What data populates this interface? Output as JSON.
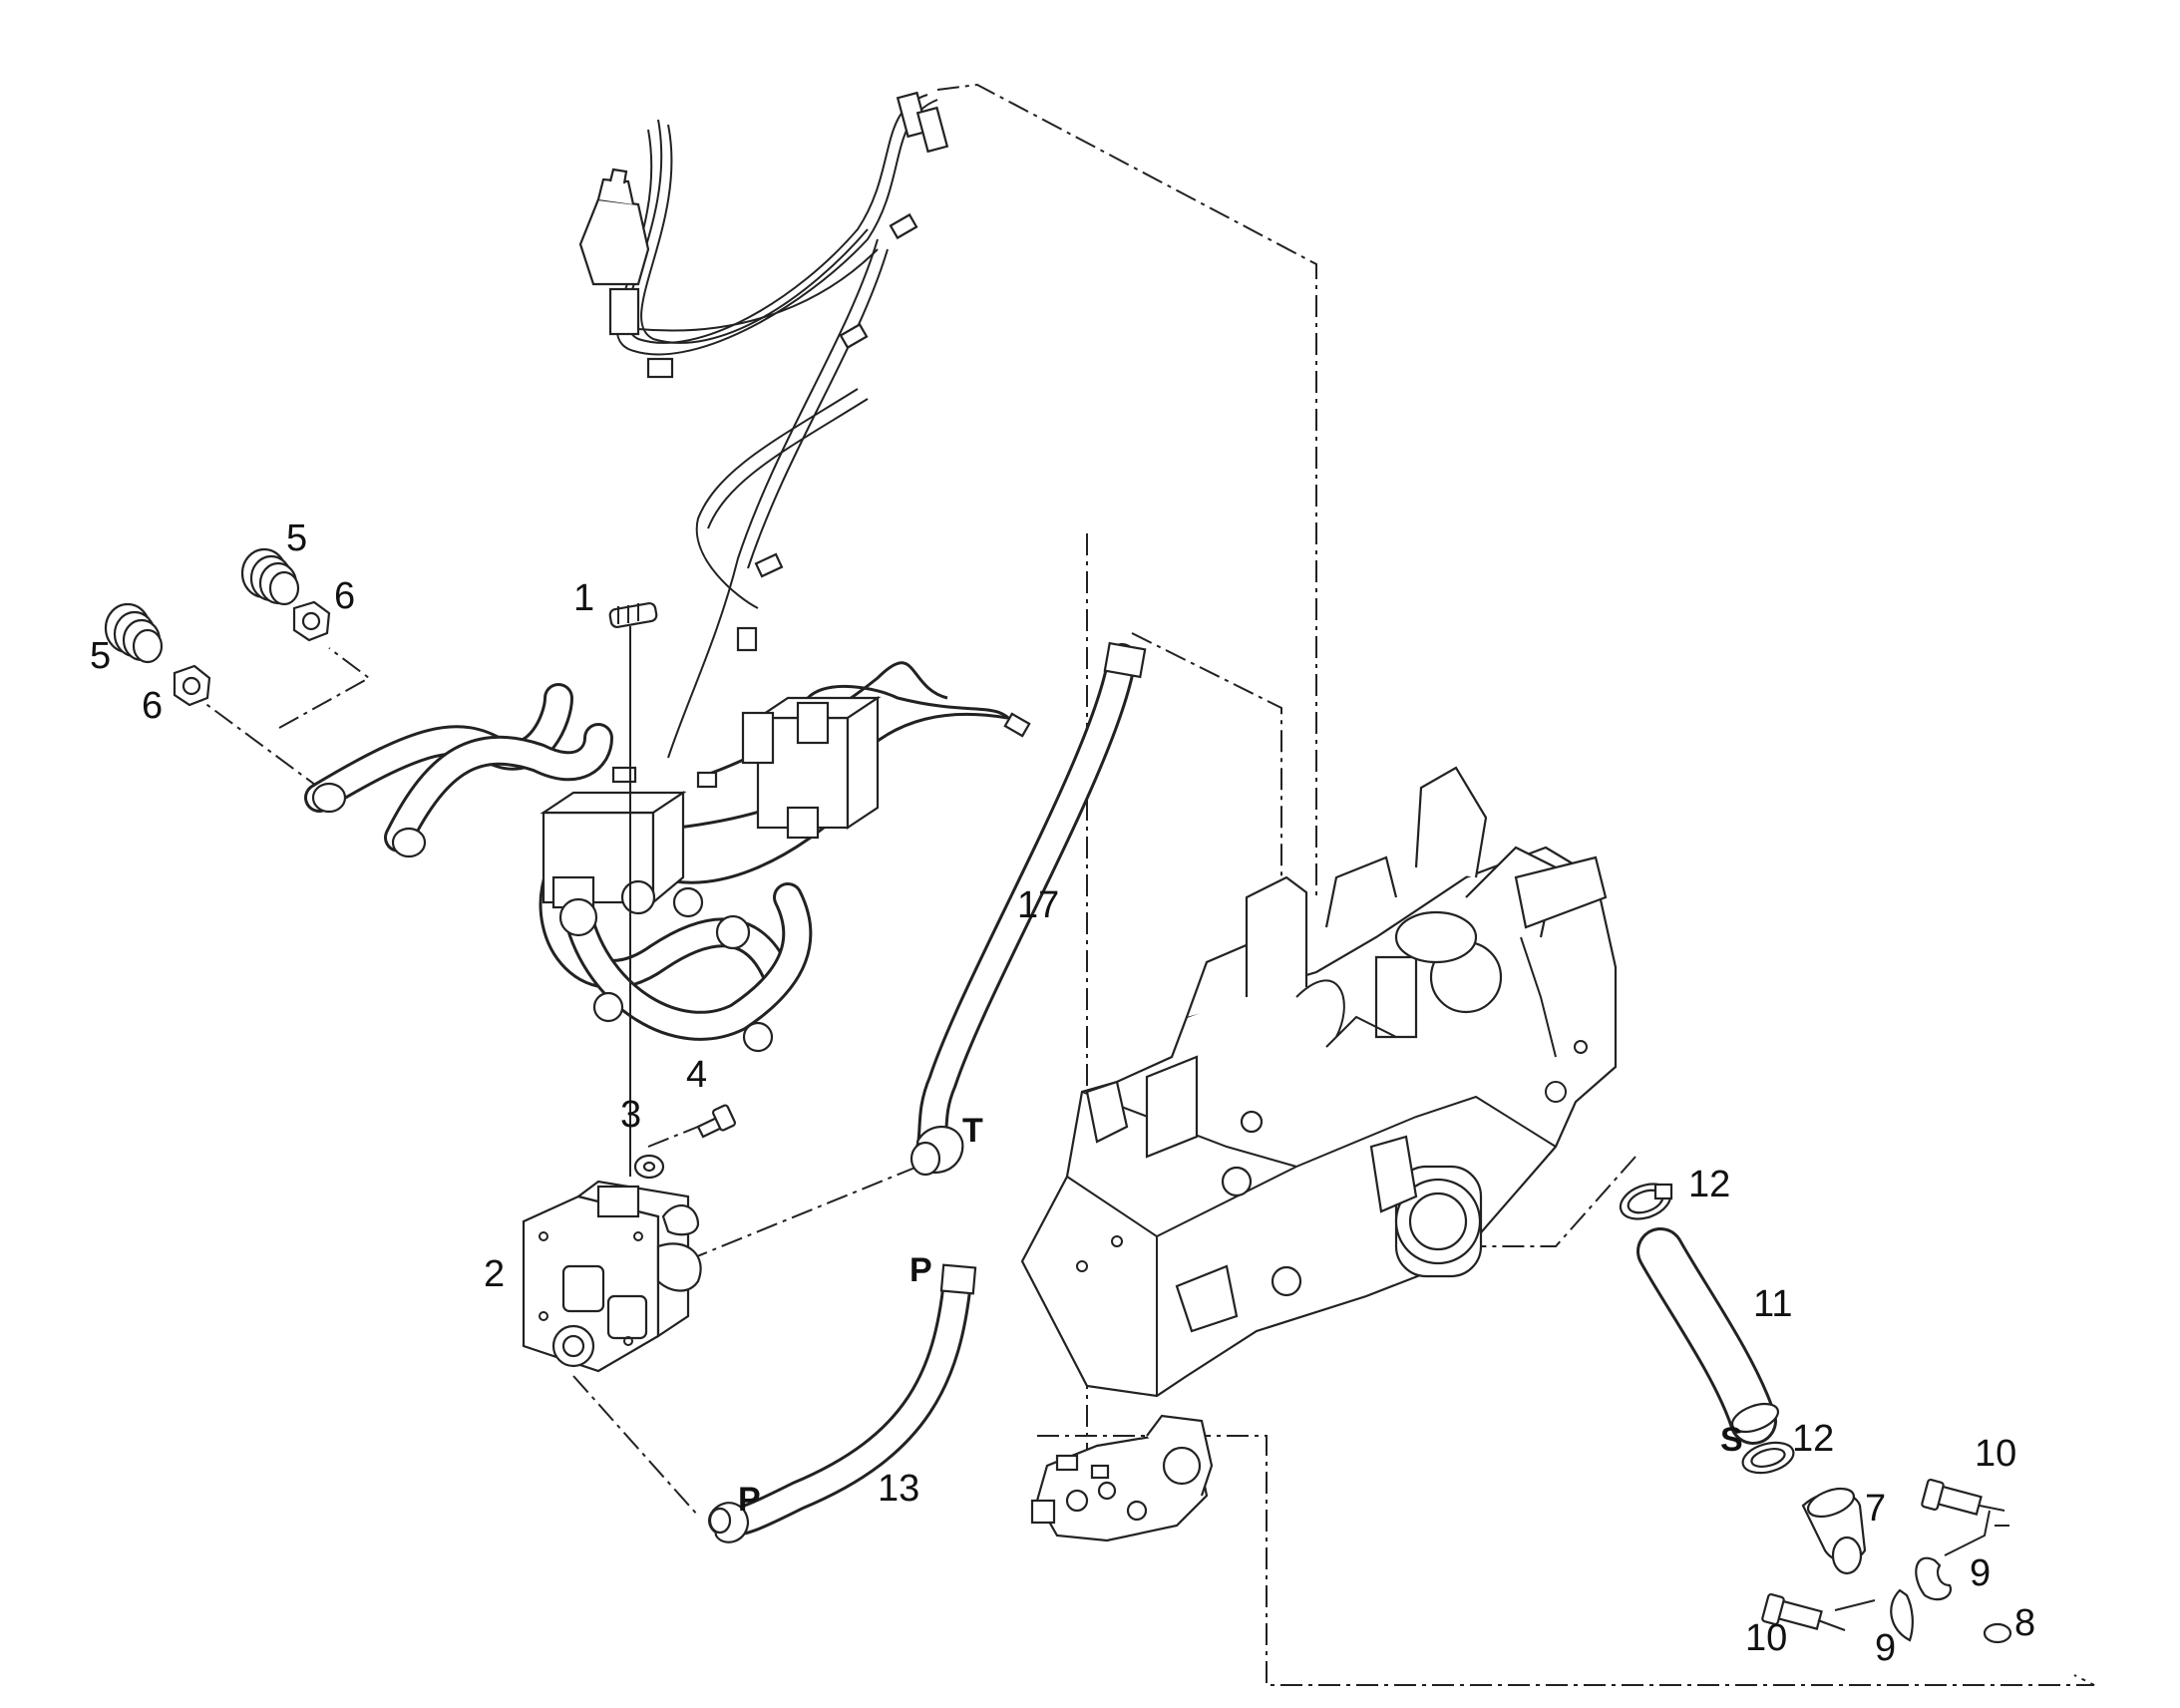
{
  "diagram": {
    "callouts": {
      "c1": "1",
      "c2": "2",
      "c3": "3",
      "c4": "4",
      "c5a": "5",
      "c5b": "5",
      "c6a": "6",
      "c6b": "6",
      "c7": "7",
      "c8": "8",
      "c9a": "9",
      "c9b": "9",
      "c10a": "10",
      "c10b": "10",
      "c11": "11",
      "c12a": "12",
      "c12b": "12",
      "c13": "13",
      "c17": "17"
    },
    "ports": {
      "t": "T",
      "p_top": "P",
      "p_bottom": "P",
      "s": "S"
    }
  }
}
